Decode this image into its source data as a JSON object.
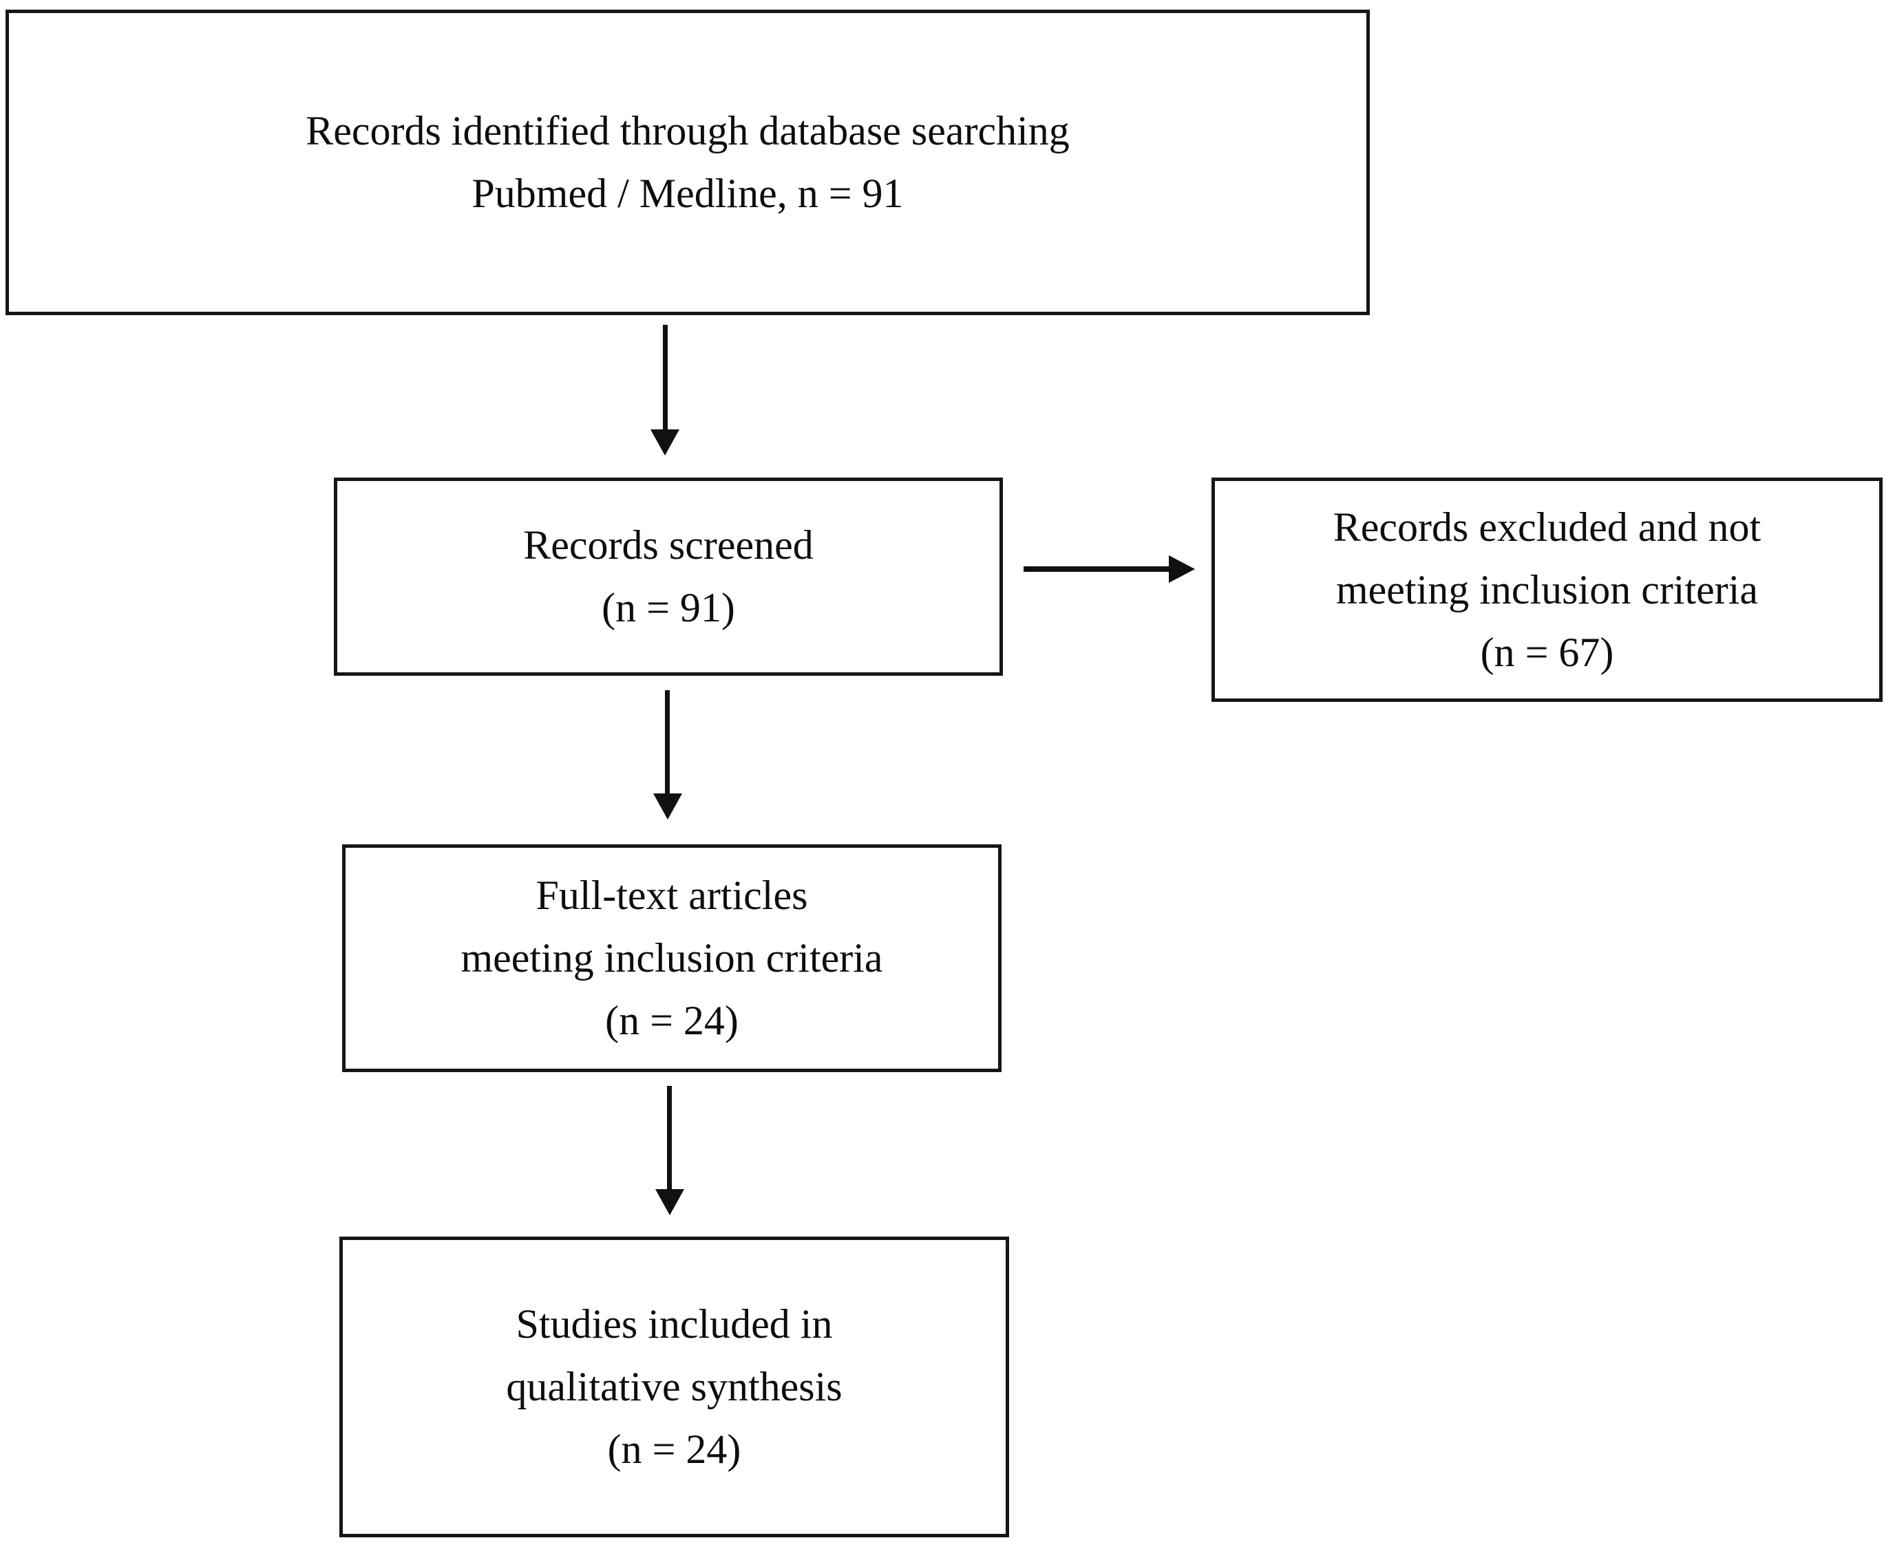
{
  "diagram": {
    "type": "prisma_flow",
    "boxes": {
      "identification": {
        "lines": [
          "Records identified through database searching",
          "Pubmed / Medline, n = 91"
        ]
      },
      "screening": {
        "lines": [
          "Records screened",
          "(n = 91)"
        ]
      },
      "excluded": {
        "lines": [
          "Records excluded and not",
          "meeting inclusion criteria",
          "(n = 67)"
        ]
      },
      "eligibility": {
        "lines": [
          "Full-text articles",
          "meeting inclusion criteria",
          "(n = 24)"
        ]
      },
      "included": {
        "lines": [
          "Studies included in",
          "qualitative synthesis",
          "(n = 24)"
        ]
      }
    },
    "counts": {
      "records_identified": 91,
      "records_screened": 91,
      "records_excluded": 67,
      "full_text_articles": 24,
      "studies_included": 24
    },
    "colors": {
      "border": "#161616",
      "arrow": "#111111",
      "text": "#0d0d0d",
      "background": "#ffffff"
    }
  }
}
